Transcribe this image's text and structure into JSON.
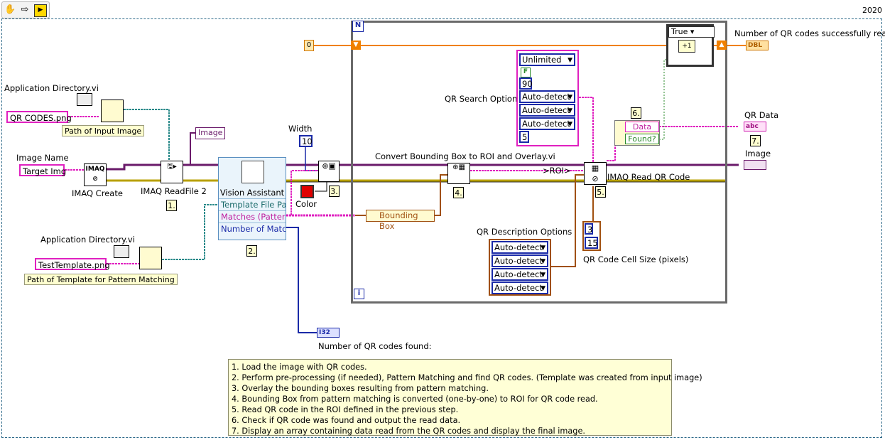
{
  "toolbar": {
    "hand_icon": "hand-icon",
    "arrow_icon": "arrow-icon",
    "run_icon": "run-icon",
    "version": "2020"
  },
  "labels": {
    "app_dir_1": "Application Directory.vi",
    "app_dir_2": "Application Directory.vi",
    "image_name": "Image Name",
    "imaq_create": "IMAQ Create",
    "imaq_readfile": "IMAQ ReadFile 2",
    "width": "Width",
    "color": "Color",
    "convert_bbox": "Convert Bounding Box to ROI and Overlay.vi",
    "qr_search_options": "QR Search Options",
    "qr_description_options": "QR Description Options",
    "qr_cell_size": "QR Code Cell Size (pixels)",
    "imaq_read_qr": "IMAQ Read QR Code",
    "num_qr_read": "Number of QR codes successfully read:",
    "qr_data": "QR Data",
    "image_out": "Image",
    "num_qr_found": "Number of QR codes found:"
  },
  "constants": {
    "qr_codes_png": "QR CODES.png",
    "path_input_image": "Path of Input Image",
    "target_img": "Target Img",
    "image_ref": "Image",
    "test_template_png": "TestTemplate.png",
    "path_template": "Path of Template for Pattern Matching",
    "zero": "0",
    "width_value": "10",
    "roi_arrow": ">ROI>",
    "bounding_box": "Bounding Box",
    "qr_data_field": "Data",
    "found_field": "Found?",
    "case_selector": "True",
    "increment": "+1",
    "loop_n": "N",
    "loop_i": "i"
  },
  "qr_search_options": {
    "mode": "Unlimited",
    "flag": "F",
    "value_90": "90",
    "auto1": "Auto-detect",
    "auto2": "Auto-detect",
    "auto3": "Auto-detect",
    "value_5": "5"
  },
  "qr_description_options": {
    "auto1": "Auto-detect",
    "auto2": "Auto-detect",
    "auto3": "Auto-detect",
    "auto4": "Auto-detect"
  },
  "qr_cell_size": {
    "min": "3",
    "max": "15"
  },
  "vision_assistant": {
    "title": "Vision Assistant",
    "row1": "Template File Pa",
    "row2": "Matches (Pattern",
    "row3": "Number of Matc"
  },
  "step_numbers": {
    "s1": "1.",
    "s2": "2.",
    "s3": "3.",
    "s4": "4.",
    "s5": "5.",
    "s6": "6.",
    "s7": "7."
  },
  "indicators": {
    "dbl": "DBL",
    "abc": "abc",
    "i32": "I32"
  },
  "comment_lines": [
    "1. Load the image with QR codes.",
    "2. Perform pre-processing (if needed), Pattern Matching and find QR codes. (Template was created from input image)",
    "3. Overlay the bounding boxes resulting from pattern matching.",
    "4. Bounding Box from pattern matching is converted (one-by-one) to ROI for QR code read.",
    "5. Read QR code in the ROI defined in the previous step.",
    "6. Check if QR code was found and output the read data.",
    "7. Display an array containing data read from the QR codes and display the final image."
  ],
  "colors": {
    "image_wire": "#6a1a6a",
    "string_wire": "#e020c0",
    "path_wire": "#2a8a8a",
    "error_wire": "#b8a000",
    "numeric_wire": "#f08000",
    "cluster_wire": "#a05010",
    "loop_border": "#6a6a6a"
  }
}
